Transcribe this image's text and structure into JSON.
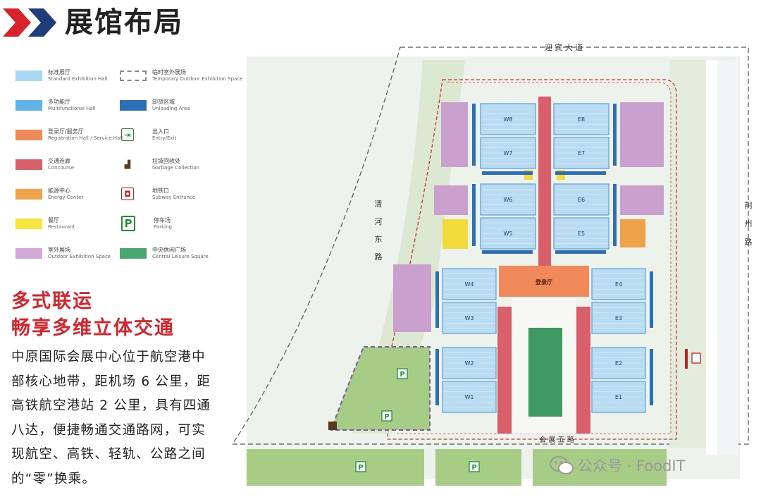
{
  "page": {
    "title": "展馆布局"
  },
  "legend": [
    {
      "cn": "标准展厅",
      "en": "Standard Exhibition Hall",
      "color": "#a9d8f2",
      "kind": "swatch"
    },
    {
      "cn": "临时室外展场",
      "en": "Temporary Outdoor Exhibition Space",
      "color": "#8a8a8a",
      "kind": "dashed"
    },
    {
      "cn": "多功能厅",
      "en": "Multifunctional Hall",
      "color": "#5eb3e8",
      "kind": "swatch"
    },
    {
      "cn": "卸货区域",
      "en": "Unloading Area",
      "color": "#2b6fb8",
      "kind": "swatch"
    },
    {
      "cn": "登录厅/服务厅",
      "en": "Registration Hall / Service Hall",
      "color": "#f08a5b",
      "kind": "swatch"
    },
    {
      "cn": "出入口",
      "en": "Entry/Exit",
      "color": "#1f8f3a",
      "kind": "icon",
      "icon": "entry-exit-icon",
      "glyph": "⇥"
    },
    {
      "cn": "交通连廊",
      "en": "Concourse",
      "color": "#d9606b",
      "kind": "swatch"
    },
    {
      "cn": "垃圾回收处",
      "en": "Garbage Collection",
      "color": "#5a3a1a",
      "kind": "icon",
      "icon": "garbage-icon",
      "glyph": "▟"
    },
    {
      "cn": "能源中心",
      "en": "Energy Center",
      "color": "#eea24a",
      "kind": "swatch"
    },
    {
      "cn": "地铁口",
      "en": "Subway Entrance",
      "color": "#c81e1e",
      "kind": "icon",
      "icon": "subway-icon",
      "glyph": "◘"
    },
    {
      "cn": "餐厅",
      "en": "Restaurant",
      "color": "#f5e642",
      "kind": "swatch"
    },
    {
      "cn": "停车场",
      "en": "Parking",
      "color": "#1f8f3a",
      "kind": "icon",
      "icon": "parking-icon",
      "glyph": "P"
    },
    {
      "cn": "室外展场",
      "en": "Outdoor Exhibition Space",
      "color": "#d3a7d8",
      "kind": "swatch"
    },
    {
      "cn": "中央休闲广场",
      "en": "Central Leisure Square",
      "color": "#4aa672",
      "kind": "swatch"
    }
  ],
  "headline": {
    "line1": "多式联运",
    "line2": "畅享多维立体交通"
  },
  "description": "中原国际会展中心位于航空港中部核心地带，距机场 6 公里，距高铁航空港站 2 公里，具有四通八达，便捷畅通交通路网，可实现航空、高铁、轻轨、公路之间的“零”换乘。",
  "map": {
    "roads": {
      "north": "迎 宾 大 道",
      "west": [
        "清",
        "河",
        "东",
        "路"
      ],
      "east": [
        "荆",
        "州",
        "路"
      ],
      "south": "会 展 五 路"
    },
    "halls_west": [
      "W8",
      "W7",
      "W6",
      "W5",
      "W4",
      "W3",
      "W2",
      "W1"
    ],
    "halls_east": [
      "E8",
      "E7",
      "E6",
      "E5",
      "E4",
      "E3",
      "E2",
      "E1"
    ],
    "registration_hall": "登录厅",
    "parking_glyph": "P",
    "colors": {
      "hall": "#b9dcf2",
      "hall_border": "#5a9fd6",
      "unloading": "#2b6fb8",
      "concourse": "#d9606b",
      "registration": "#f08a5b",
      "outdoor": "#caa0cf",
      "parking": "#9cc77a",
      "plaza": "#3f9a62",
      "restaurant": "#f2dc3a",
      "energy": "#eea24a",
      "road_dash": "#c0392b"
    }
  },
  "watermark": {
    "text": "公众号 · FoodIT"
  }
}
